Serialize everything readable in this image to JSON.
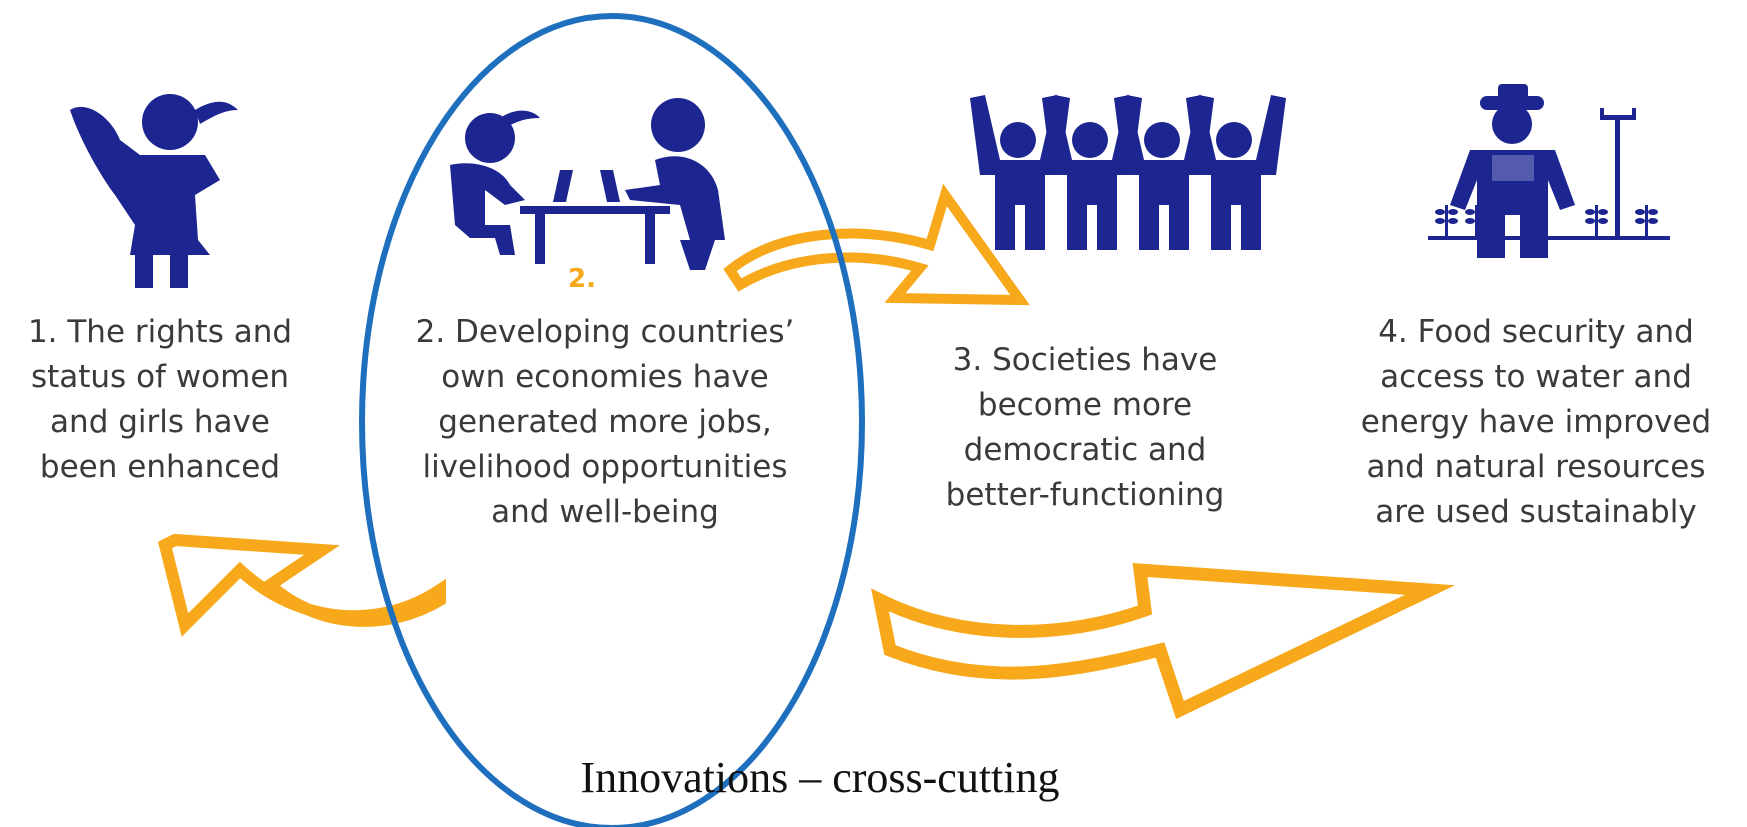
{
  "colors": {
    "icon": "#1c2590",
    "arrow": "#f7a81b",
    "ellipse": "#1f6fbf",
    "text": "#3a3a3a"
  },
  "goals": [
    {
      "icon": "girl-icon",
      "lines": [
        "1. The rights and",
        "status of women",
        "and girls have",
        "been enhanced"
      ]
    },
    {
      "icon": "people-at-laptops-icon",
      "number_label": "2.",
      "lines": [
        "2. Developing countries’",
        "own economies have",
        "generated more jobs,",
        "livelihood opportunities",
        "and well-being"
      ]
    },
    {
      "icon": "raised-hands-group-icon",
      "lines": [
        "3. Societies have",
        "become more",
        "democratic and",
        "better-functioning"
      ]
    },
    {
      "icon": "farmer-icon",
      "lines": [
        "4. Food security and",
        "access to water and",
        "energy have improved",
        "and natural resources",
        "are used sustainably"
      ]
    }
  ],
  "footer": "Innovations – cross-cutting"
}
